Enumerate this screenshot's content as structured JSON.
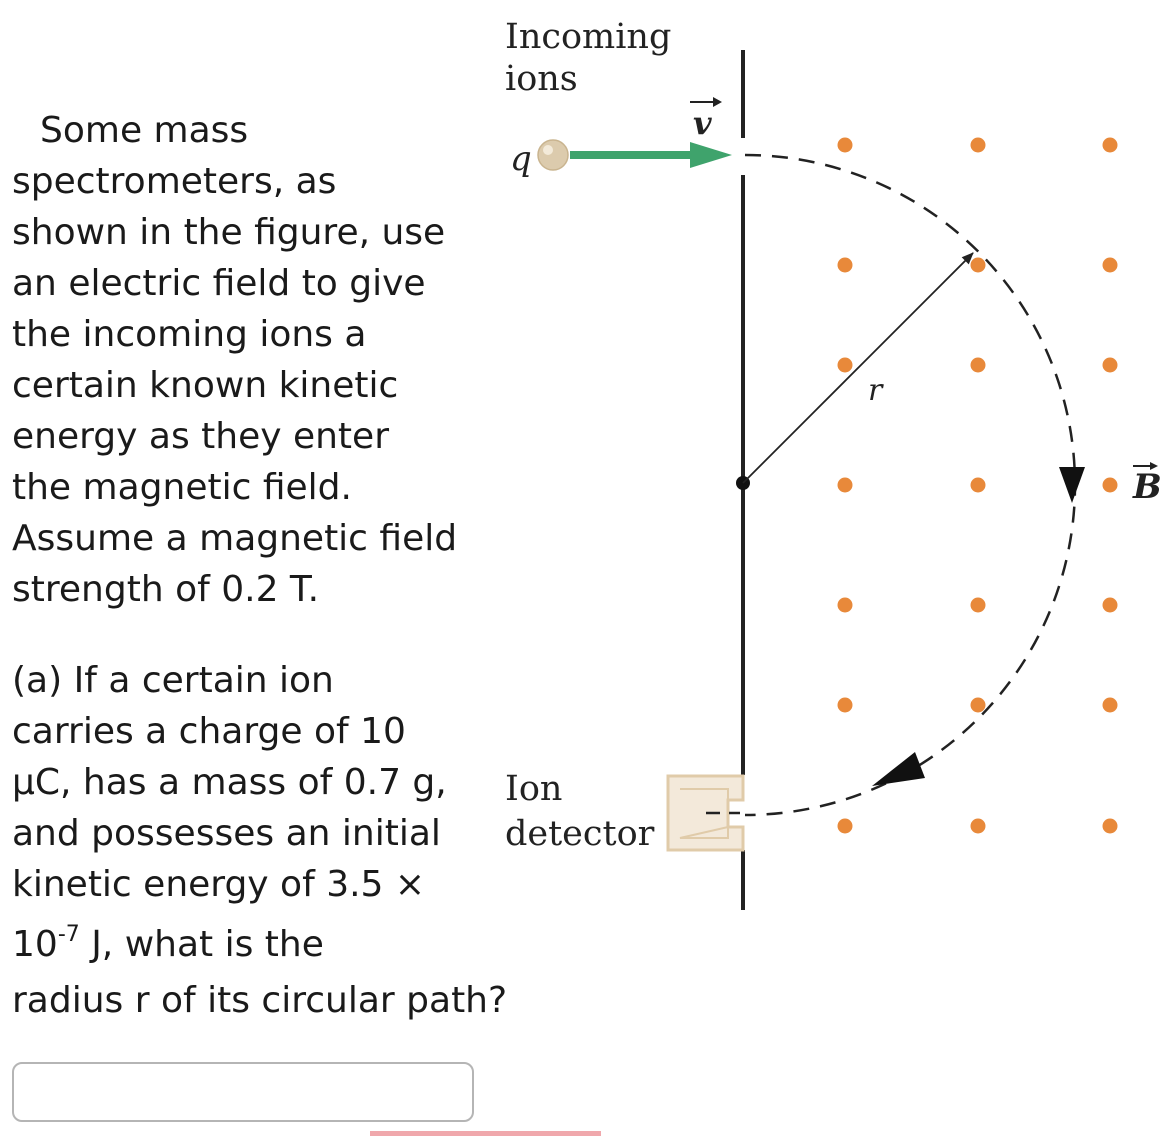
{
  "question": {
    "para1_lines": [
      "Some mass",
      "spectrometers, as",
      "shown in the figure, use",
      "an electric field to give",
      "the incoming ions a",
      "certain known kinetic",
      "energy as they enter",
      "the magnetic field.",
      "Assume a magnetic field",
      "strength of 0.2 T."
    ],
    "para2_lines": [
      "(a) If a certain ion",
      "carries a charge of 10",
      "μC, has a mass of 0.7 g,",
      "and possesses an initial",
      "kinetic energy of 3.5 ×"
    ],
    "exp_base": "10",
    "exp_power": "-7",
    "exp_after": " J, what is the",
    "last_line": "radius r of its circular path?"
  },
  "figure": {
    "incoming_label_line1": "Incoming",
    "incoming_label_line2": "ions",
    "charge_label": "q",
    "velocity_label": "v",
    "radius_label": "r",
    "field_label": "B",
    "detector_label_line1": "Ion",
    "detector_label_line2": "detector",
    "colors": {
      "field_dot": "#e8893a",
      "velocity_arrow": "#3fa36c",
      "ion_ball": "#d6c4a4",
      "detector": "#e9d8bf",
      "line": "#222222"
    }
  },
  "answer": {
    "value": "",
    "placeholder": ""
  }
}
